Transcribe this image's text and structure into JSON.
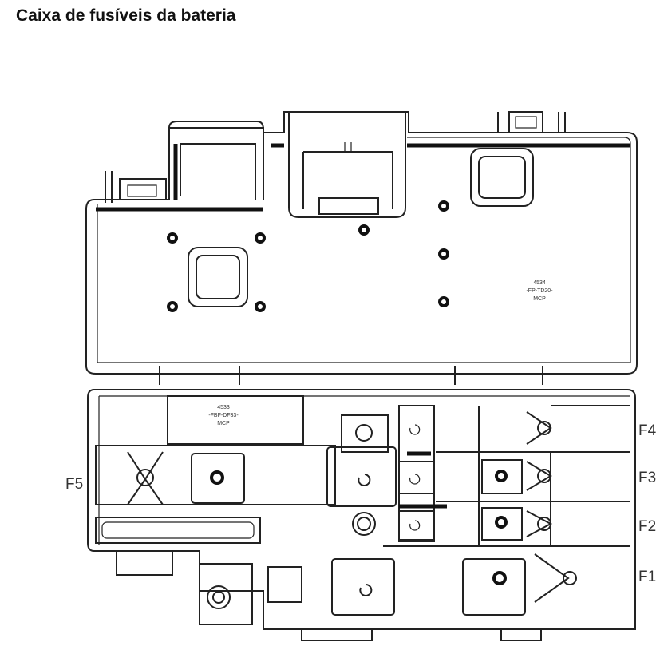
{
  "title": "Caixa de fusíveis da bateria",
  "fuse_labels": {
    "f1": "F1",
    "f2": "F2",
    "f3": "F3",
    "f4": "F4",
    "f5": "F5"
  },
  "part_labels": {
    "upper": [
      "4534",
      "-FP-TD20-",
      "MCP"
    ],
    "lower": [
      "4533",
      "-FBF-DF33-",
      "MCP"
    ]
  }
}
